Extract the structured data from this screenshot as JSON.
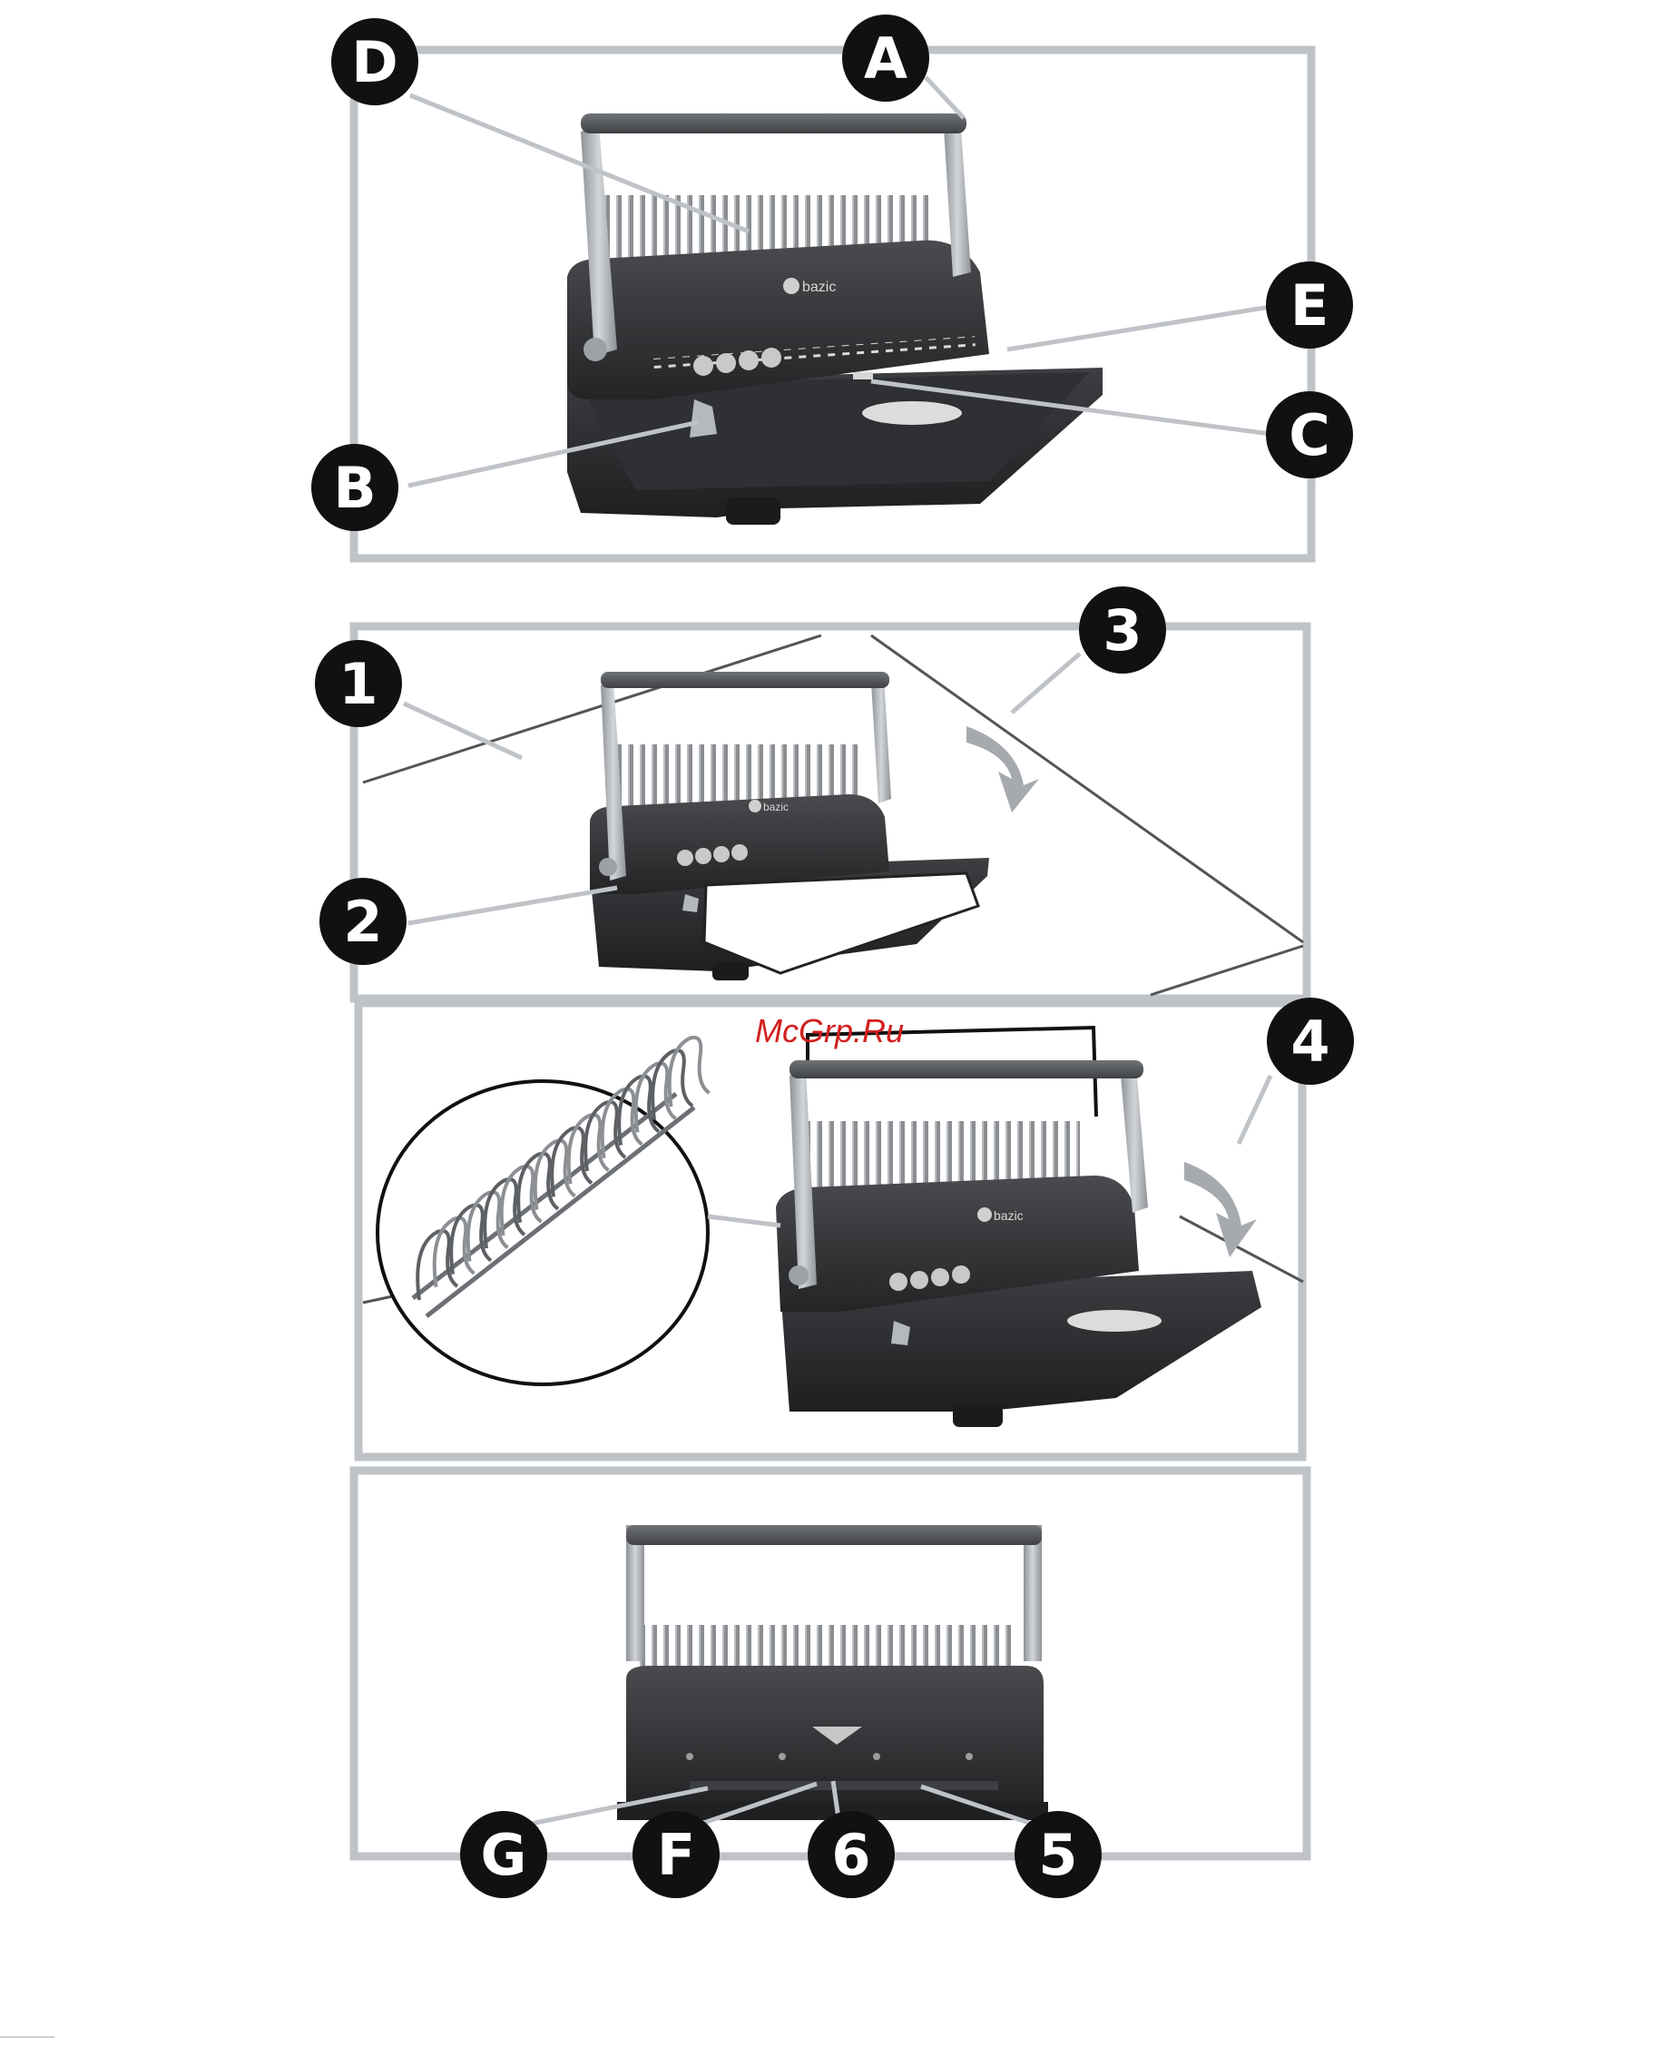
{
  "callouts": {
    "A": "A",
    "B": "B",
    "C": "C",
    "D": "D",
    "E": "E",
    "F": "F",
    "G": "G",
    "s1": "1",
    "s2": "2",
    "s3": "3",
    "s4": "4",
    "s5": "5",
    "s6": "6"
  },
  "brand": "bazic",
  "watermark": "McGrp.Ru",
  "colors": {
    "frame": "#bfc3c8",
    "badge": "#111111",
    "machine_body": "#3a3b3d",
    "machine_dark": "#242527",
    "handle_silver": "#a9adb2",
    "watermark": "#d11f1f"
  }
}
